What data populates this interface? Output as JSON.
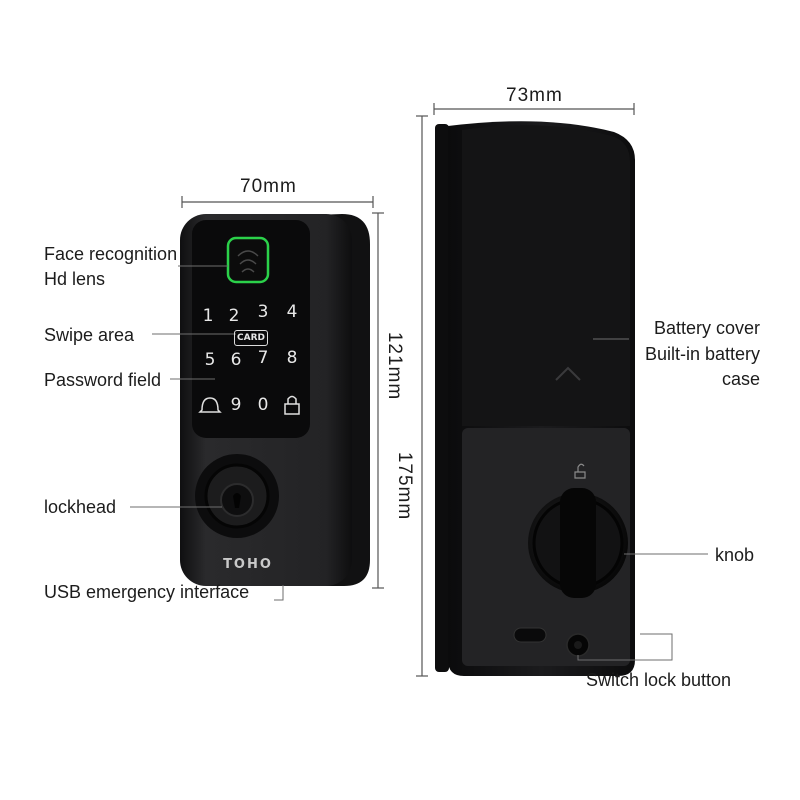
{
  "dimensions": {
    "front_width": "70mm",
    "front_height": "121mm",
    "back_width": "73mm",
    "back_height": "175mm"
  },
  "labels": {
    "face_recognition": [
      "Face recognition",
      "Hd lens"
    ],
    "swipe_area": "Swipe area",
    "password_field": "Password field",
    "lockhead": "lockhead",
    "usb": "USB emergency interface",
    "battery": [
      "Battery cover",
      "Built-in battery",
      "case"
    ],
    "knob": "knob",
    "switch_lock": "Switch lock button"
  },
  "keypad": {
    "row1": [
      "1",
      "2",
      "3",
      "4"
    ],
    "row2": [
      "5",
      "6",
      "7",
      "8"
    ],
    "row3": [
      "9",
      "0"
    ],
    "card_label": "CARD"
  },
  "brand": "TOHO",
  "colors": {
    "body": "#1c1c1e",
    "panel": "#0c0c0d",
    "fingerprint_ring": "#2bd14a",
    "leader_line": "#6e6e6e"
  },
  "icons": [
    "fingerprint-icon",
    "bell-icon",
    "lock-icon",
    "unlock-icon"
  ]
}
